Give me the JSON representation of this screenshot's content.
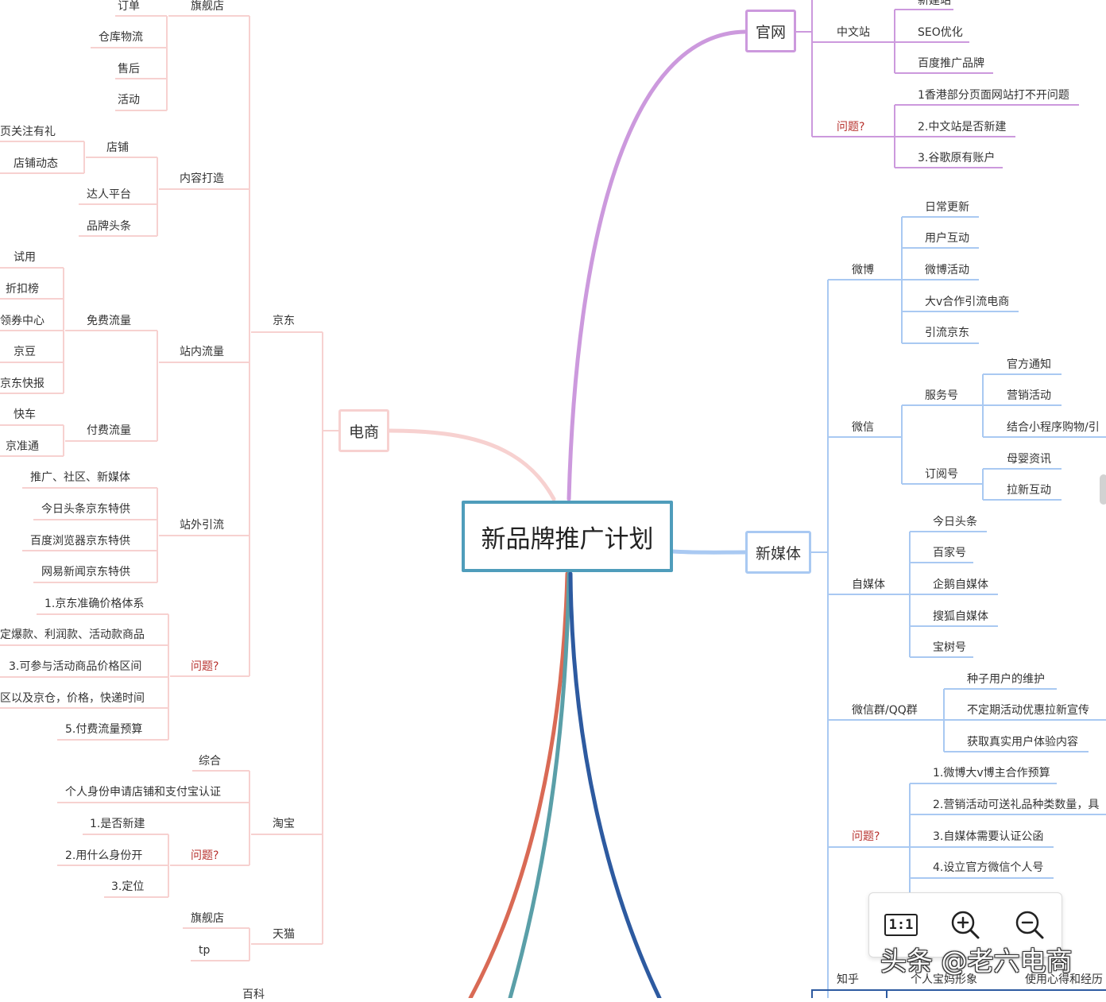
{
  "title": "新品牌推广计划",
  "branches": {
    "dianshang": "电商",
    "guanwang": "官网",
    "xinmeiti": "新媒体"
  },
  "nodes": {
    "jd": "京东",
    "taobao": "淘宝",
    "tmall": "天猫",
    "qijiandian": "旗舰店",
    "dingdan": "订单",
    "cangku": "仓库物流",
    "shouhou": "售后",
    "huodong": "活动",
    "neirong": "内容打造",
    "dianpu": "店铺",
    "dianpu_guanzhu": "页关注有礼",
    "dianpu_dongtai": "店铺动态",
    "daren": "达人平台",
    "pinpai_toutiao": "品牌头条",
    "zhannei": "站内流量",
    "mianfei": "免费流量",
    "shiyong": "试用",
    "zhekou": "折扣榜",
    "lingquan": "领券中心",
    "jingdou": "京豆",
    "kuaibao": "京东快报",
    "fufei": "付费流量",
    "kuaiche": "快车",
    "jingzhun": "京准通",
    "zhanwai": "站外引流",
    "tuiguang": "推广、社区、新媒体",
    "jinri_jd": "今日头条京东特供",
    "baidu_jd": "百度浏览器京东特供",
    "wangyi_jd": "网易新闻京东特供",
    "wenti_jd": "问题?",
    "jd_q1": "1.京东准确价格体系",
    "jd_q2": "定爆款、利润款、活动款商品",
    "jd_q3": "3.可参与活动商品价格区间",
    "jd_q4": "区以及京仓，价格，快递时间",
    "jd_q5": "5.付费流量预算",
    "zonghe": "综合",
    "geren_renzheng": "个人身份申请店铺和支付宝认证",
    "wenti_tb": "问题?",
    "tb_q1": "1.是否新建",
    "tb_q2": "2.用什么身份开",
    "tb_q3": "3.定位",
    "tm_qijiandian": "旗舰店",
    "tm_tp": "tp",
    "baike": "百科",
    "zhongwenzhan": "中文站",
    "xinjianzhan": "新建站",
    "seo": "SEO优化",
    "baidu_pinpai": "百度推广品牌",
    "wenti_gw": "问题?",
    "gw_q1": "1香港部分页面网站打不开问题",
    "gw_q2": "2.中文站是否新建",
    "gw_q3": "3.谷歌原有账户",
    "weibo": "微博",
    "richang": "日常更新",
    "yonghu_hudong": "用户互动",
    "weibo_huodong": "微博活动",
    "dav": "大v合作引流电商",
    "yinliu_jd": "引流京东",
    "weixin": "微信",
    "fuwuhao": "服务号",
    "guanfang_tongzhi": "官方通知",
    "yingxiao_huodong": "营销活动",
    "xiaochengxu": "结合小程序购物/引",
    "dingyuehao": "订阅号",
    "muying": "母婴资讯",
    "laxin": "拉新互动",
    "zimeiti": "自媒体",
    "jinri_toutiao": "今日头条",
    "baijiahao": "百家号",
    "qie": "企鹅自媒体",
    "souhu": "搜狐自媒体",
    "baoshu": "宝树号",
    "wxqq": "微信群/QQ群",
    "zhongzi": "种子用户的维护",
    "buding": "不定期活动优惠拉新宣传",
    "huoqu": "获取真实用户体验内容",
    "wenti_xm": "问题?",
    "xm_q1": "1.微博大v博主合作预算",
    "xm_q2": "2.营销活动可送礼品种类数量，具",
    "xm_q3": "3.自媒体需要认证公函",
    "xm_q4": "4.设立官方微信个人号",
    "zhihu": "知乎",
    "baoma": "个人宝妈形象",
    "xinde": "使用心得和经历"
  },
  "zoom_controls": {
    "ratio_label": "1:1"
  },
  "watermark": "头条 @老六电商",
  "colors": {
    "root_border": "#4f9dbb",
    "dianshang": "#f7d1d0",
    "guanwang": "#cc99dd",
    "xinmeiti": "#a9c9f2",
    "question_text": "#b8332f"
  }
}
